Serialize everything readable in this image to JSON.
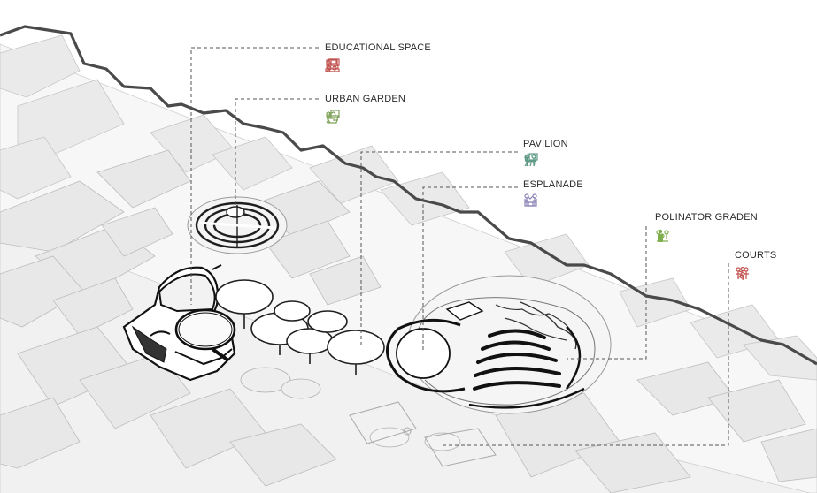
{
  "labels": {
    "educational_space": "EDUCATIONAL SPACE",
    "urban_garden": "URBAN GARDEN",
    "pavilion": "PAVILION",
    "esplanade": "ESPLANADE",
    "polinator_graden": "POLINATOR GRADEN",
    "courts": "COURTS"
  },
  "colors": {
    "educational": "#c0524f",
    "garden": "#7fa35a",
    "pavilion": "#5f9a86",
    "esplanade": "#8a82b5",
    "polinator": "#7fae4f",
    "courts": "#c0524f",
    "leader_line": "#555555",
    "boundary": "#4a4a4a",
    "buildings": "#e6e6e6"
  },
  "icons": {
    "educational_space": [
      "teacher-board-icon",
      "group-learning-icon",
      "presentation-icon"
    ],
    "urban_garden": [
      "gardener-icon",
      "plant-basket-icon"
    ],
    "pavilion": [
      "presenter-icon",
      "people-icon",
      "rain-cloud-icon"
    ],
    "esplanade": [
      "gathering-icon",
      "open-space-icon"
    ],
    "polinator_graden": [
      "person-icon",
      "flowers-icon"
    ],
    "courts": [
      "runner-icon",
      "team-icon"
    ]
  }
}
